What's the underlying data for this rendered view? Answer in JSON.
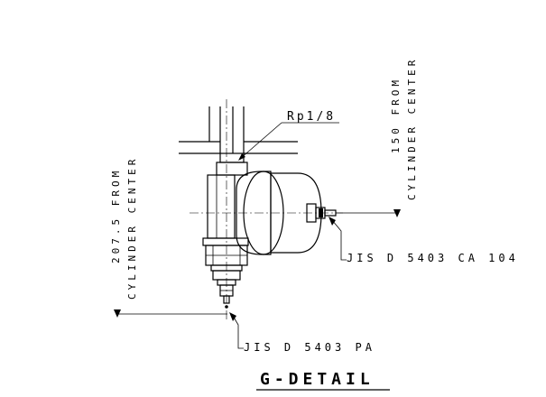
{
  "labels": {
    "thread": "Rp1/8",
    "dim_right_line1": "150 FROM",
    "dim_right_line2": "CYLINDER CENTER",
    "dim_left_line1": "207.5 FROM",
    "dim_left_line2": "CYLINDER CENTER",
    "spec_right": "JIS D 5403 CA 104",
    "spec_bottom": "JIS D 5403 PA",
    "title": "G-DETAIL"
  },
  "colors": {
    "line": "#000000",
    "background": "#ffffff"
  }
}
